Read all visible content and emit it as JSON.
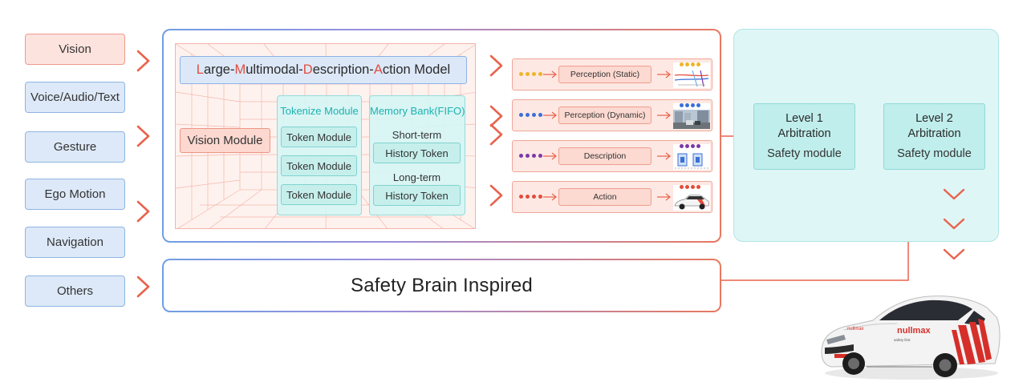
{
  "inputs": [
    {
      "label": "Vision",
      "tone": "red"
    },
    {
      "label": "Voice/Audio/Text",
      "tone": "blue"
    },
    {
      "label": "Gesture",
      "tone": "blue"
    },
    {
      "label": "Ego Motion",
      "tone": "blue"
    },
    {
      "label": "Navigation",
      "tone": "blue"
    },
    {
      "label": "Others",
      "tone": "blue"
    }
  ],
  "model": {
    "title_parts": [
      {
        "text": "L",
        "highlight": true
      },
      {
        "text": "arge-",
        "highlight": false
      },
      {
        "text": "M",
        "highlight": true
      },
      {
        "text": "ultimodal-",
        "highlight": false
      },
      {
        "text": "D",
        "highlight": true
      },
      {
        "text": "escription-",
        "highlight": false
      },
      {
        "text": "A",
        "highlight": true
      },
      {
        "text": "ction Model",
        "highlight": false
      }
    ],
    "vision_module": "Vision Module",
    "tokenize": {
      "title": "Tokenize Module",
      "tokens": [
        "Token Module",
        "Token Module",
        "Token Module"
      ]
    },
    "memory": {
      "title": "Memory Bank(FIFO)",
      "short_label": "Short-term",
      "short_token": "History Token",
      "long_label": "Long-term",
      "long_token": "History Token"
    }
  },
  "outputs": [
    {
      "label": "Perception (Static)",
      "dot_color": "#f0b429"
    },
    {
      "label": "Perception (Dynamic)",
      "dot_color": "#3b6fd8"
    },
    {
      "label": "Description",
      "dot_color": "#7a3aa8"
    },
    {
      "label": "Action",
      "dot_color": "#e24d3c"
    }
  ],
  "arbitration": {
    "level1": {
      "title_line1": "Level 1",
      "title_line2": "Arbitration",
      "subtitle": "Safety module"
    },
    "level2": {
      "title_line1": "Level 2",
      "title_line2": "Arbitration",
      "subtitle": "Safety module"
    }
  },
  "safety_brain": "Safety Brain Inspired",
  "car_brand": "nullmax",
  "colors": {
    "accent_red": "#e8644e",
    "accent_teal": "#1bb2b0",
    "accent_blue": "#5b8fe0"
  }
}
